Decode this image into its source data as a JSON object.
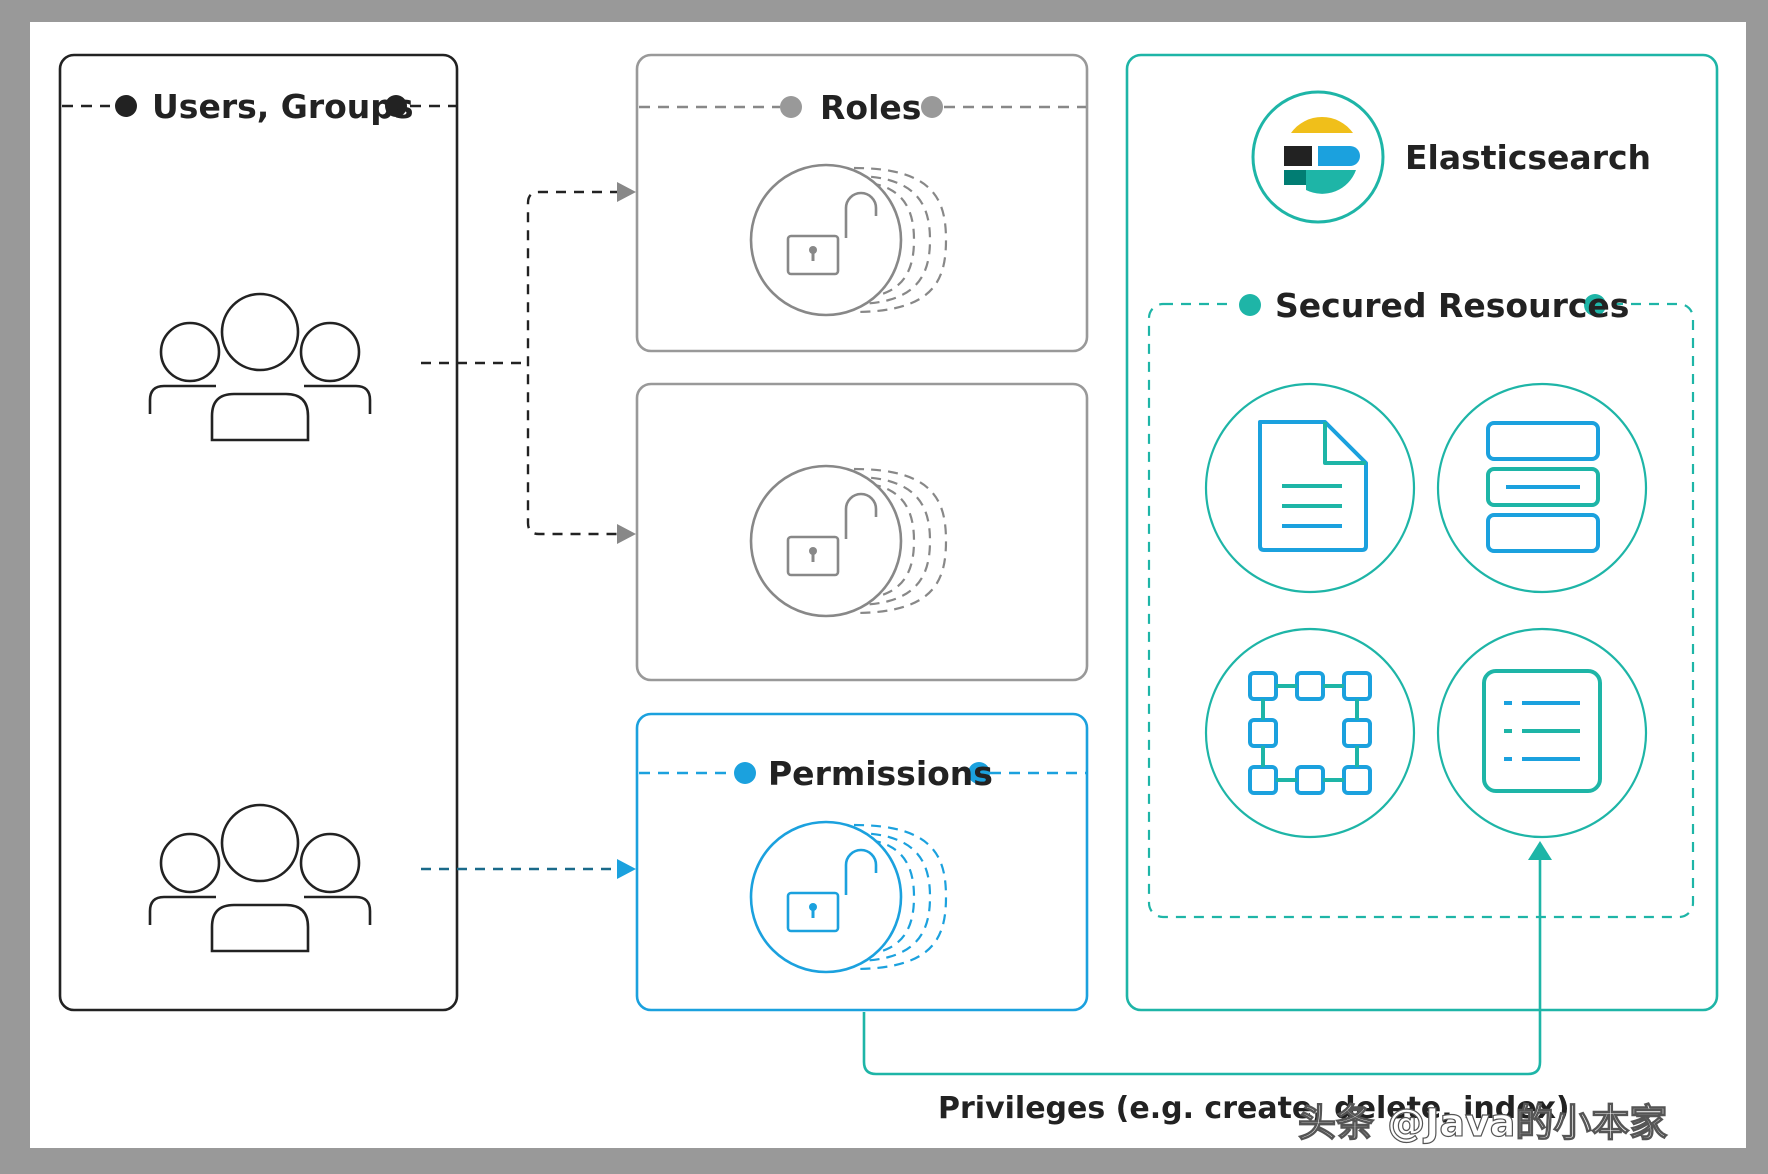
{
  "colors": {
    "page_bg": "#999999",
    "canvas_bg": "#ffffff",
    "dark": "#222222",
    "gray": "#888888",
    "blue": "#1ba1de",
    "teal": "#1eb5a7",
    "es_yellow": "#f0bf1a",
    "es_black": "#222222",
    "es_blue": "#1ba1de",
    "es_teal": "#1eb5a7"
  },
  "users_groups": {
    "title": "Users, Groups",
    "groups": [
      {
        "icon": "user-group-icon"
      },
      {
        "icon": "user-group-icon"
      }
    ]
  },
  "roles": {
    "title": "Roles",
    "cards": [
      {
        "icon": "unlocked-padlock-icon"
      },
      {
        "icon": "unlocked-padlock-icon"
      }
    ]
  },
  "permissions": {
    "title": "Permissions",
    "icon": "unlocked-padlock-icon"
  },
  "elasticsearch": {
    "title": "Elasticsearch",
    "logo": "elasticsearch-logo",
    "secured_resources": {
      "title": "Secured Resources",
      "resources": [
        {
          "icon": "document-icon"
        },
        {
          "icon": "index-stack-icon"
        },
        {
          "icon": "cluster-nodes-icon"
        },
        {
          "icon": "field-list-icon"
        }
      ]
    }
  },
  "privileges": {
    "text": "Privileges (e.g. create, delete, index)"
  },
  "watermark": {
    "text": "头条 @Java的小本家"
  }
}
